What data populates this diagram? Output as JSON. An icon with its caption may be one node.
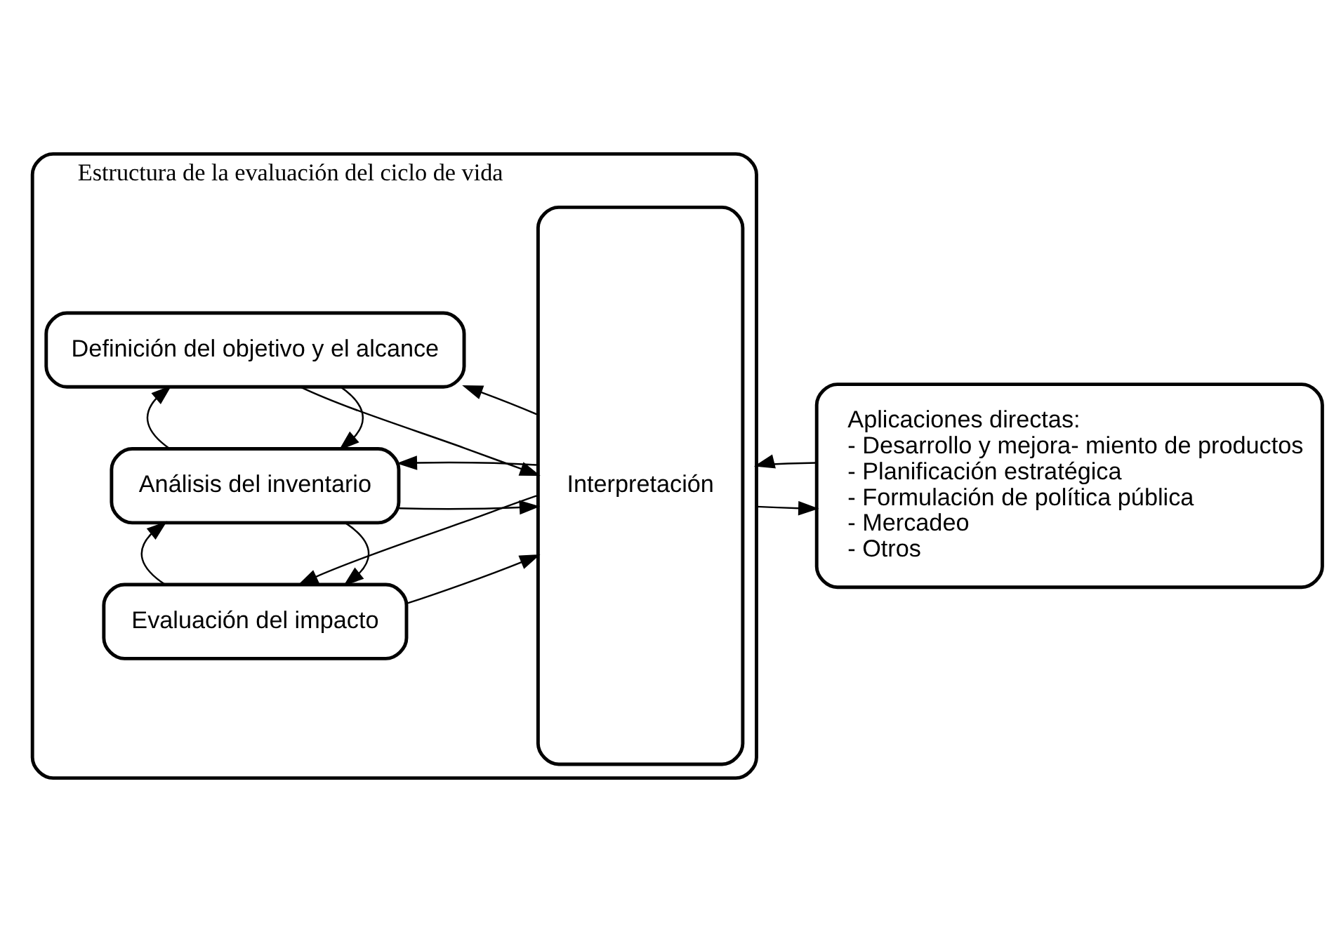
{
  "diagram": {
    "nodes": [
      {
        "text": [
          "Estructura de la evaluación del ciclo de vida"
        ]
      },
      {
        "text": [
          "Definición del objetivo y el alcance"
        ],
        "in": 0
      },
      {
        "text": [
          "Análisis del inventario"
        ],
        "in": 0
      },
      {
        "text": [
          "Evaluación del impacto"
        ],
        "in": 0
      },
      {
        "text": [
          "Interpretación"
        ],
        "in": 0
      },
      {
        "text": [
          "Aplicaciones directas:",
          "- Desarrollo y mejora- miento de productos",
          "- Planificación estratégica",
          "- Formulación de política pública",
          "- Mercadeo",
          "- Otros"
        ]
      }
    ],
    "edges": [
      {
        "from": 1,
        "to": 4,
        "arrow": "to"
      },
      {
        "from": 4,
        "to": 1,
        "arrow": "to"
      },
      {
        "from": 1,
        "to": 2,
        "arrow": "to"
      },
      {
        "from": 2,
        "to": 1,
        "arrow": "to"
      },
      {
        "from": 2,
        "to": 4,
        "arrow": "to"
      },
      {
        "from": 4,
        "to": 2,
        "arrow": "to"
      },
      {
        "from": 2,
        "to": 3,
        "arrow": "to"
      },
      {
        "from": 3,
        "to": 2,
        "arrow": "to"
      },
      {
        "from": 3,
        "to": 4,
        "arrow": "to"
      },
      {
        "from": 4,
        "to": 3,
        "arrow": "to"
      },
      {
        "from": 0,
        "to": 5,
        "arrow": "to"
      },
      {
        "from": 5,
        "to": 0,
        "arrow": "to"
      }
    ]
  }
}
